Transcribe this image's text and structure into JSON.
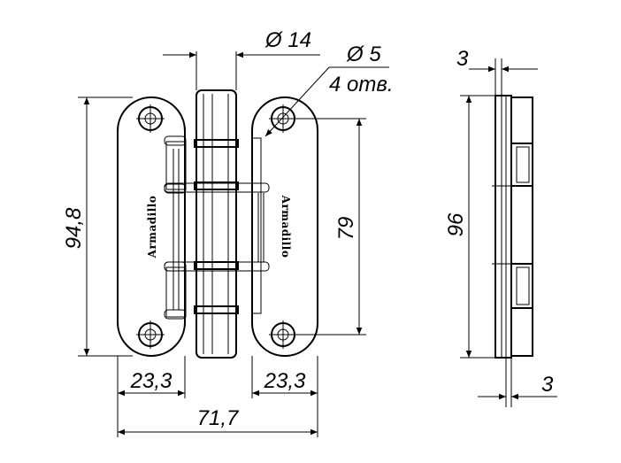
{
  "dimensions": {
    "pin_diameter": "Ø 14",
    "hole_diameter": "Ø 5",
    "hole_count": "4 отв.",
    "height": "94,8",
    "hole_spacing": "79",
    "leaf_width_left": "23,3",
    "leaf_width_right": "23,3",
    "total_width": "71,7",
    "side_height": "96",
    "side_thickness_top": "3",
    "side_thickness_bottom": "3"
  },
  "brand": {
    "left": "Armadillo",
    "right": "Armadillo"
  }
}
